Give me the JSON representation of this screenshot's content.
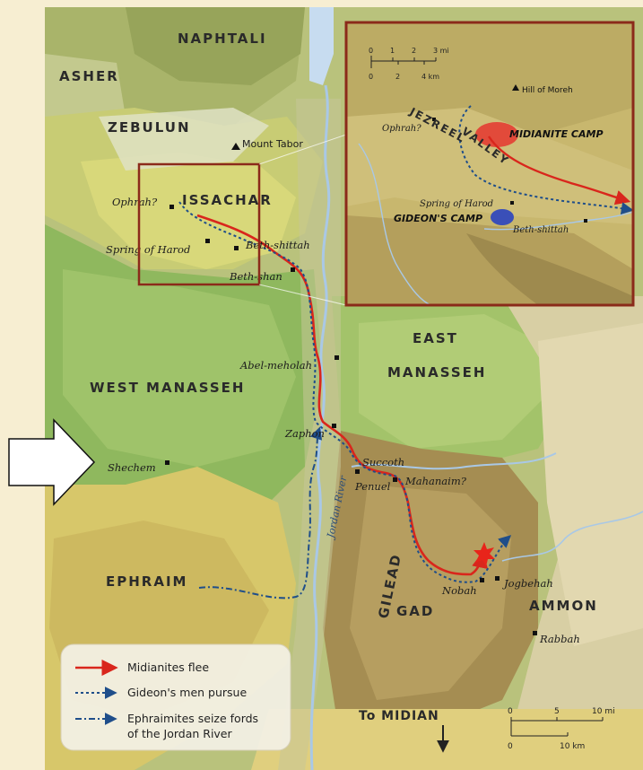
{
  "regions": {
    "naphtali": "NAPHTALI",
    "asher": "ASHER",
    "zebulun": "ZEBULUN",
    "issachar": "ISSACHAR",
    "west_manasseh": "WEST MANASSEH",
    "east": "EAST",
    "manasseh": "MANASSEH",
    "ephraim": "EPHRAIM",
    "gilead": "GILEAD",
    "gad": "GAD",
    "ammon": "AMMON"
  },
  "places": {
    "mount_tabor": "Mount Tabor",
    "ophrah": "Ophrah?",
    "spring_of_harod": "Spring of Harod",
    "beth_shittah": "Beth-shittah",
    "beth_shan": "Beth-shan",
    "abel_meholah": "Abel-meholah",
    "zaphon": "Zaphon",
    "shechem": "Shechem",
    "succoth": "Succoth",
    "penuel": "Penuel",
    "mahanaim": "Mahanaim?",
    "nobah": "Nobah",
    "jogbehah": "Jogbehah",
    "rabbah": "Rabbah",
    "to_midian": "To MIDIAN",
    "jordan_river": "Jordan River"
  },
  "inset": {
    "hill_of_moreh": "Hill of Moreh",
    "ophrah": "Ophrah?",
    "jezreel": "JEZREEL",
    "valley": "VALLEY",
    "midianite_camp": "MIDIANITE CAMP",
    "spring_of_harod": "Spring of Harod",
    "gideons_camp": "GIDEON'S CAMP",
    "beth_shittah": "Beth-shittah",
    "scale_mi_ticks": [
      "0",
      "1",
      "2",
      "3 mi"
    ],
    "scale_km_ticks": [
      "0",
      "2",
      "4 km"
    ]
  },
  "scale": {
    "mi_ticks": [
      "0",
      "5",
      "10 mi"
    ],
    "km_ticks": [
      "0",
      "10 km"
    ]
  },
  "legend": {
    "items": [
      {
        "label": "Midianites flee",
        "color": "#d9261c",
        "style": "solid"
      },
      {
        "label": "Gideon's men pursue",
        "color": "#1f4e8a",
        "style": "dotted"
      },
      {
        "label": "Ephraimites seize fords",
        "label2": "of the Jordan River",
        "color": "#1f4e8a",
        "style": "dashdot"
      }
    ]
  },
  "colors": {
    "flee": "#d9261c",
    "pursue": "#1f4e8a",
    "river": "#a9c8e6",
    "sea": "#c7dcf0",
    "inset_border": "#8b2a1a"
  }
}
